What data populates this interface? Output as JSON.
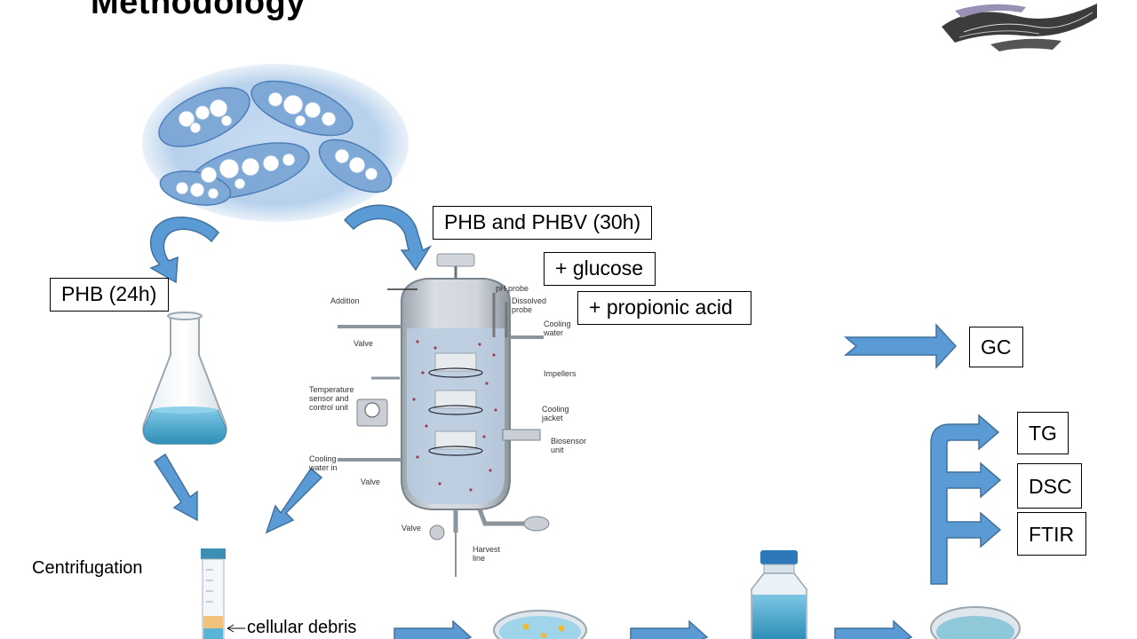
{
  "slide": {
    "title": "Methodology",
    "labels": {
      "phb_24h": "PHB (24h)",
      "phb_phbv_30h": "PHB and PHBV (30h)",
      "glucose": "+ glucose",
      "propionic_acid": "+ propionic acid",
      "centrifugation": "Centrifugation",
      "cellular_debris": "cellular debris"
    },
    "analyses": [
      "GC",
      "TG",
      "DSC",
      "FTIR"
    ],
    "bioreactor_labels": {
      "addition": "Addition",
      "valve_top": "Valve",
      "temperature_sensor": "Temperature sensor and control unit",
      "cooling_water_in": "Cooling water in",
      "valve_mid": "Valve",
      "valve_bottom": "Valve",
      "harvest_line": "Harvest line",
      "ph_probe": "pH probe",
      "dissolved_probe": "Dissolved probe",
      "cooling_water": "Cooling water",
      "impellers": "Impellers",
      "cooling_jacket": "Cooling jacket",
      "biosensor_unit": "Biosensor unit"
    },
    "colors": {
      "arrow_fill": "#5b9bd5",
      "arrow_stroke": "#41719c",
      "liquid": "#5ab4d6",
      "cell_bg": "#c8ddf2"
    }
  }
}
